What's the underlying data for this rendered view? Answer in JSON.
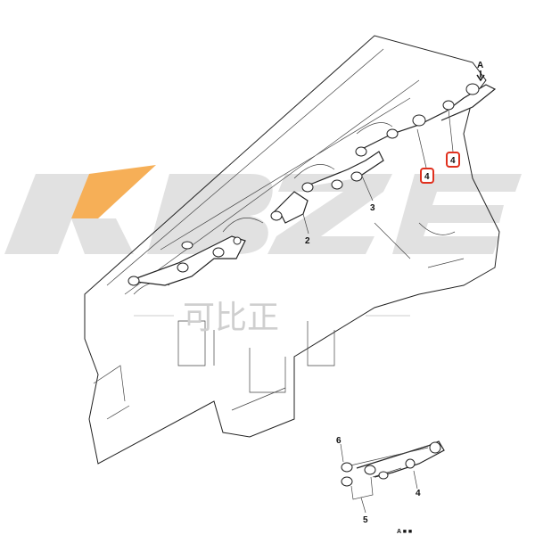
{
  "watermark": {
    "logo_text": "KBZE",
    "chinese_text": "可比正",
    "logo_accent_color": "#f5a23a",
    "logo_color": "#d9d9d9"
  },
  "callouts": {
    "view_arrow": "A",
    "highlighted_1": "4",
    "highlighted_2": "4",
    "label_3": "3",
    "label_2": "2",
    "detail_6": "6",
    "detail_4": "4",
    "detail_5": "5",
    "detail_caption": "A ■ ■"
  },
  "highlight_color": "#e0301e"
}
